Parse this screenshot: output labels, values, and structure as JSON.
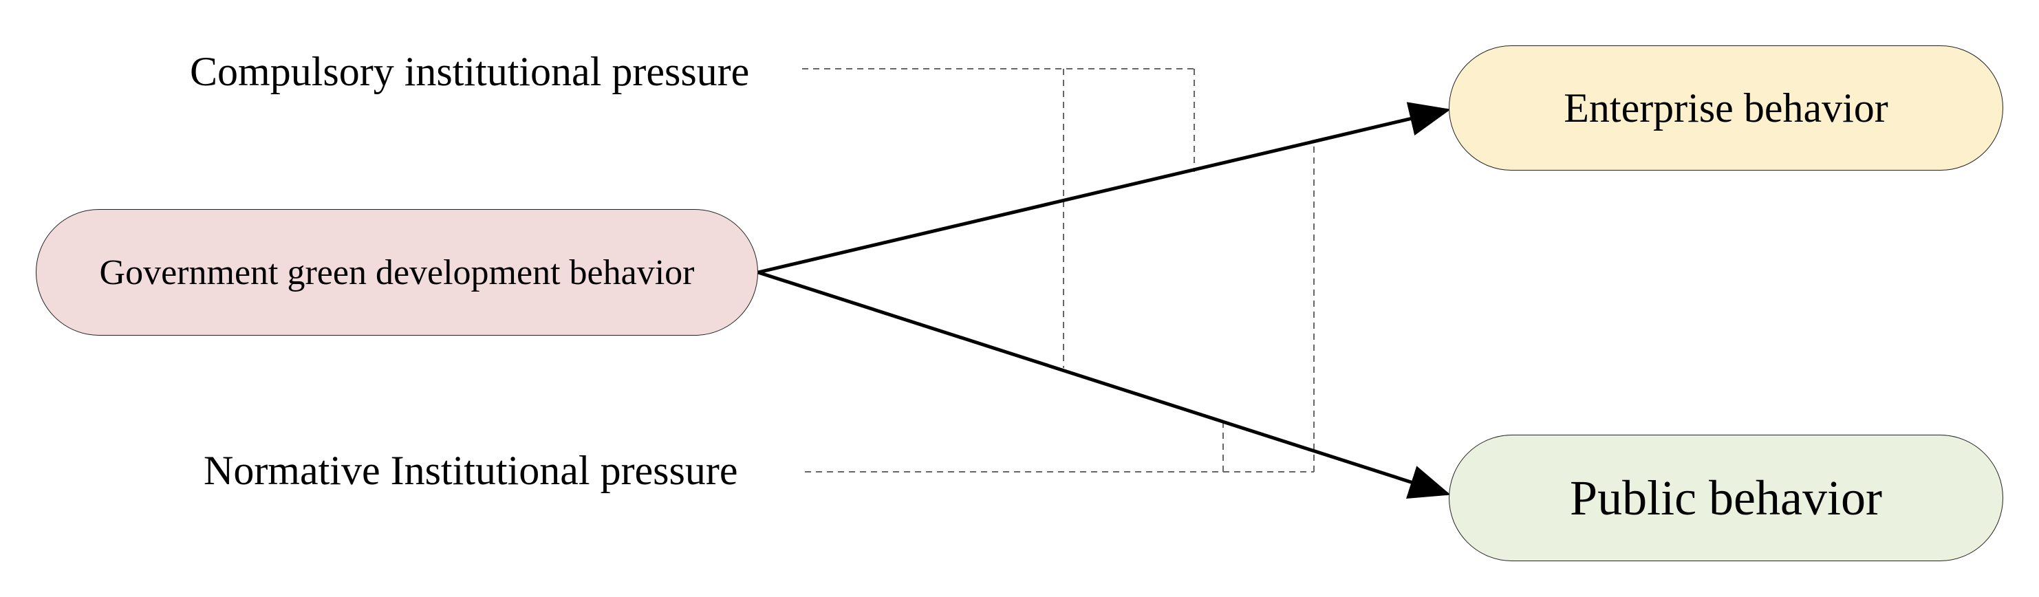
{
  "nodes": {
    "government": {
      "label": "Government green development behavior",
      "fill": "#f1dcdb"
    },
    "enterprise": {
      "label": "Enterprise behavior",
      "fill": "#fdf1cd"
    },
    "public": {
      "label": "Public behavior",
      "fill": "#ebf1df"
    }
  },
  "pressures": {
    "compulsory": "Compulsory institutional pressure",
    "normative": "Normative Institutional pressure"
  },
  "colors": {
    "arrow": "#000000",
    "dashed_line": "#666666",
    "node_border": "#222222"
  },
  "edges": [
    {
      "from": "government",
      "to": "enterprise",
      "style": "solid-arrow"
    },
    {
      "from": "government",
      "to": "public",
      "style": "solid-arrow"
    }
  ]
}
